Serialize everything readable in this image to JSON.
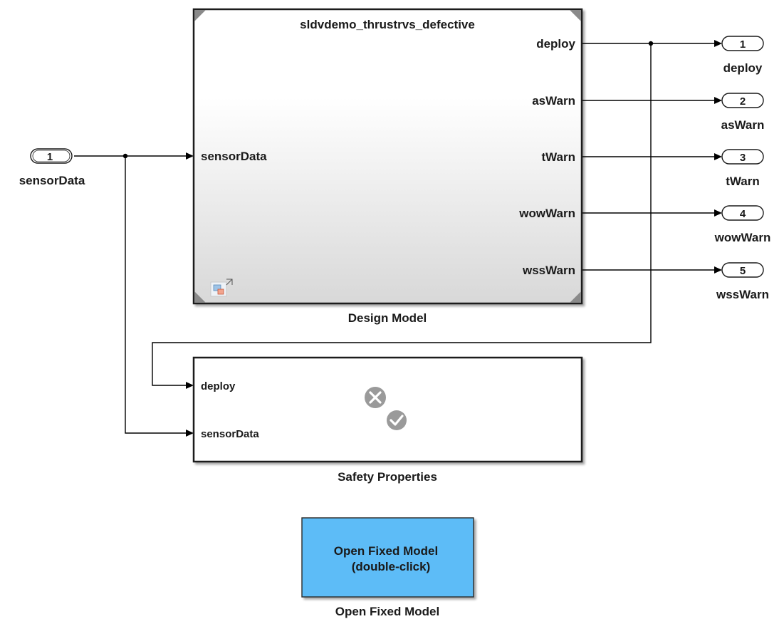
{
  "inport": {
    "number": "1",
    "label": "sensorData"
  },
  "design_model": {
    "model_name": "sldvdemo_thrustrvs_defective",
    "caption": "Design Model",
    "input_port": "sensorData",
    "output_ports": [
      "deploy",
      "asWarn",
      "tWarn",
      "wowWarn",
      "wssWarn"
    ]
  },
  "outports": [
    {
      "number": "1",
      "label": "deploy"
    },
    {
      "number": "2",
      "label": "asWarn"
    },
    {
      "number": "3",
      "label": "tWarn"
    },
    {
      "number": "4",
      "label": "wowWarn"
    },
    {
      "number": "5",
      "label": "wssWarn"
    }
  ],
  "safety_properties": {
    "caption": "Safety Properties",
    "input_ports": [
      "deploy",
      "sensorData"
    ],
    "icon": "verification-status-icon"
  },
  "open_fixed_model": {
    "button_line1": "Open Fixed Model",
    "button_line2": "(double-click)",
    "caption": "Open Fixed Model",
    "color": "#5dbcf7"
  },
  "colors": {
    "line": "#000000",
    "block_border": "#1a1a1a",
    "gradient_top": "#ffffff",
    "gradient_bottom": "#d8d8d8",
    "icon_gray": "#9a9a9a"
  }
}
